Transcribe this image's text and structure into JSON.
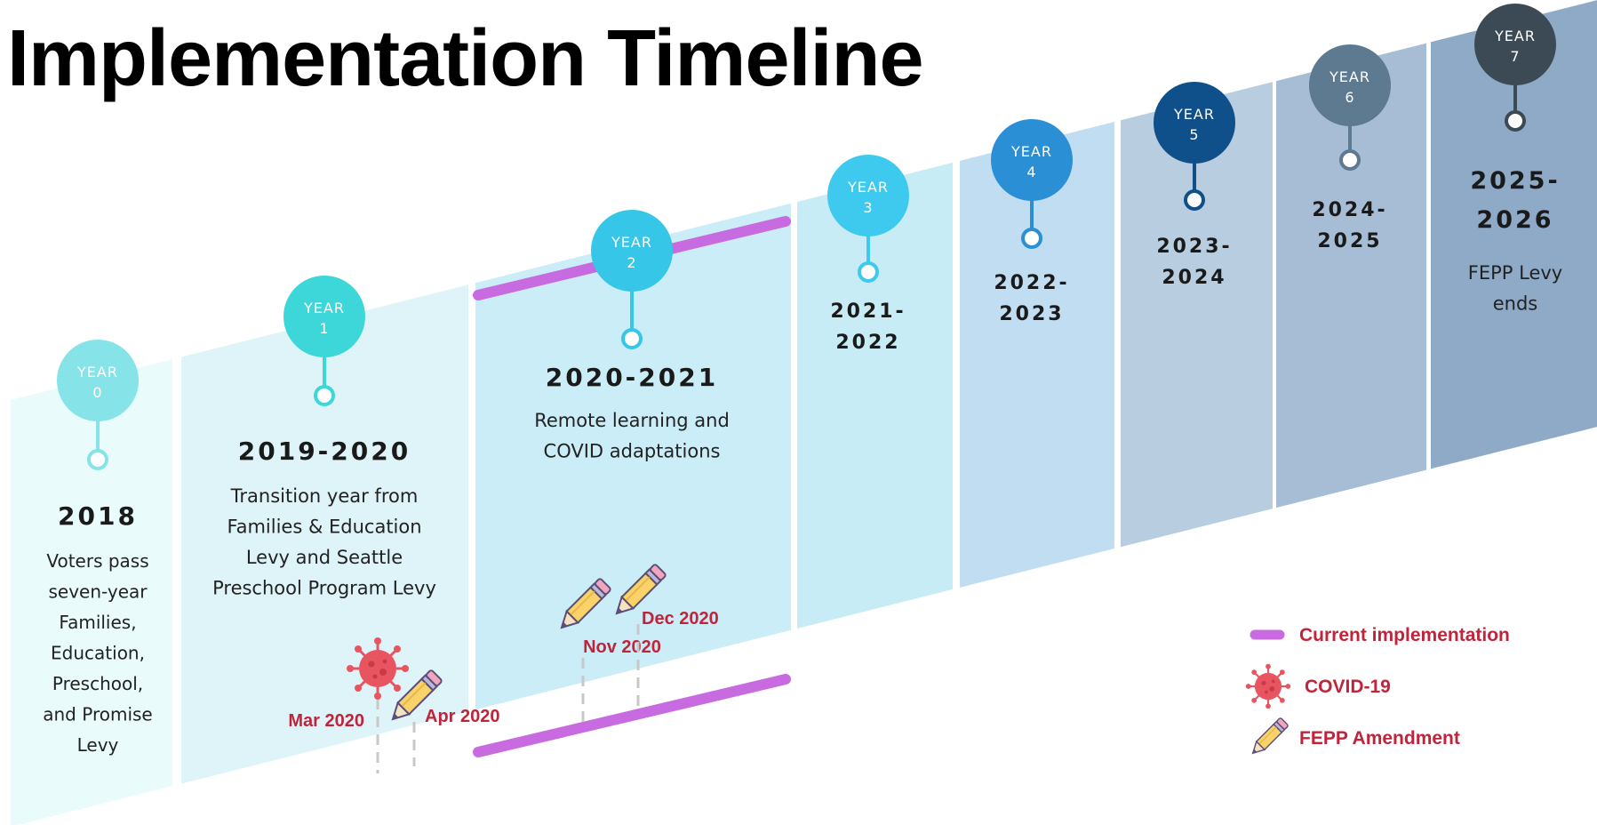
{
  "title": "Implementation Timeline",
  "colors": {
    "current": "#c86be0",
    "event_text": "#c0243b",
    "virus": "#e85560"
  },
  "years": [
    {
      "bubble_line1": "YEAR",
      "bubble_line2": "0",
      "period": [
        "2018"
      ],
      "description": [
        "Voters pass",
        "seven-year",
        "Families,",
        "Education,",
        "Preschool,",
        "and Promise",
        "Levy"
      ],
      "bubble_color": "#86e4e9",
      "panel_color": "#eafbfc"
    },
    {
      "bubble_line1": "YEAR",
      "bubble_line2": "1",
      "period": [
        "2019-2020"
      ],
      "description": [
        "Transition year from",
        "Families & Education",
        "Levy and Seattle",
        "Preschool Program Levy"
      ],
      "bubble_color": "#3dd6d9",
      "panel_color": "#def4f9"
    },
    {
      "bubble_line1": "YEAR",
      "bubble_line2": "2",
      "period": [
        "2020-2021"
      ],
      "description": [
        "Remote learning and",
        "COVID adaptations"
      ],
      "bubble_color": "#35c6e8",
      "panel_color": "#cbedf7"
    },
    {
      "bubble_line1": "YEAR",
      "bubble_line2": "3",
      "period": [
        "2021-",
        "2022"
      ],
      "description": [],
      "bubble_color": "#3ec9ee",
      "panel_color": "#c7ecf6"
    },
    {
      "bubble_line1": "YEAR",
      "bubble_line2": "4",
      "period": [
        "2022-",
        "2023"
      ],
      "description": [],
      "bubble_color": "#2b8fd6",
      "panel_color": "#c0ddf1"
    },
    {
      "bubble_line1": "YEAR",
      "bubble_line2": "5",
      "period": [
        "2023-",
        "2024"
      ],
      "description": [],
      "bubble_color": "#0f4f8a",
      "panel_color": "#b8cde0"
    },
    {
      "bubble_line1": "YEAR",
      "bubble_line2": "6",
      "period": [
        "2024-",
        "2025"
      ],
      "description": [],
      "bubble_color": "#5d7a90",
      "panel_color": "#a7bdd6"
    },
    {
      "bubble_line1": "YEAR",
      "bubble_line2": "7",
      "period": [
        "2025-",
        "2026"
      ],
      "description": [
        "FEPP Levy",
        "ends"
      ],
      "bubble_color": "#3b4a54",
      "panel_color": "#8eaac6"
    }
  ],
  "events": [
    {
      "label": "Mar 2020",
      "icon": "virus-icon"
    },
    {
      "label": "Apr 2020",
      "icon": "pencil-icon"
    },
    {
      "label": "Nov 2020",
      "icon": "pencil-icon"
    },
    {
      "label": "Dec 2020",
      "icon": "pencil-icon"
    }
  ],
  "legend": [
    {
      "label": "Current implementation",
      "icon": "current-implementation-bar-icon"
    },
    {
      "label": "COVID-19",
      "icon": "virus-icon"
    },
    {
      "label": "FEPP Amendment",
      "icon": "pencil-icon"
    }
  ]
}
